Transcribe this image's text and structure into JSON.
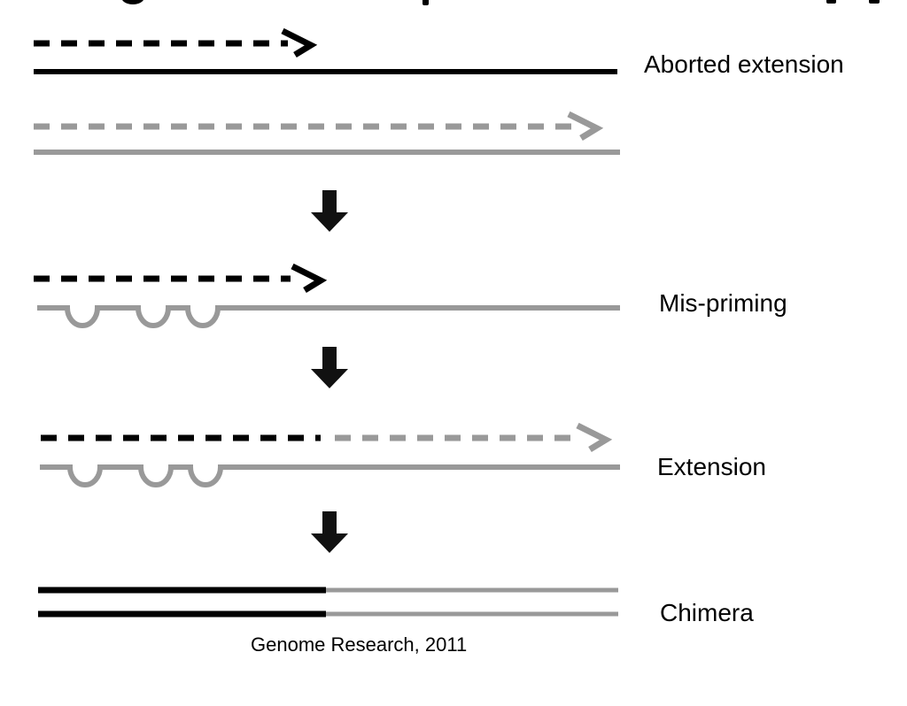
{
  "diagram": {
    "background": "#ffffff",
    "colors": {
      "strand_black": "#000000",
      "strand_gray": "#999999",
      "arrow_black": "#111111",
      "text": "#000000"
    },
    "steps": [
      {
        "id": "aborted-extension",
        "label": "Aborted extension",
        "rows": [
          {
            "name": "black-primer",
            "style": "dashed-arrow",
            "color": "black",
            "length": "short"
          },
          {
            "name": "black-template",
            "style": "solid",
            "color": "black"
          },
          {
            "name": "gray-primer",
            "style": "dashed-arrow",
            "color": "gray",
            "length": "long"
          },
          {
            "name": "gray-template",
            "style": "solid",
            "color": "gray"
          }
        ]
      },
      {
        "id": "mis-priming",
        "label": "Mis-priming",
        "rows": [
          {
            "name": "black-primer",
            "style": "dashed-arrow",
            "color": "black",
            "length": "short"
          },
          {
            "name": "gray-template-with-mismatch-loops",
            "style": "solid-with-3-loops",
            "color": "gray"
          }
        ]
      },
      {
        "id": "extension",
        "label": "Extension",
        "rows": [
          {
            "name": "chimeric-extension-primer",
            "style": "dashed-arrow",
            "color": "black-then-gray"
          },
          {
            "name": "gray-template-with-mismatch-loops",
            "style": "solid-with-3-loops",
            "color": "gray"
          }
        ]
      },
      {
        "id": "chimera",
        "label": "Chimera",
        "rows": [
          {
            "name": "chimera-strand-1",
            "style": "solid",
            "color": "black-then-gray"
          },
          {
            "name": "chimera-strand-2",
            "style": "solid",
            "color": "black-then-gray"
          }
        ]
      }
    ],
    "connector_icon": "down-arrow",
    "caption": "Genome Research, 2011"
  }
}
